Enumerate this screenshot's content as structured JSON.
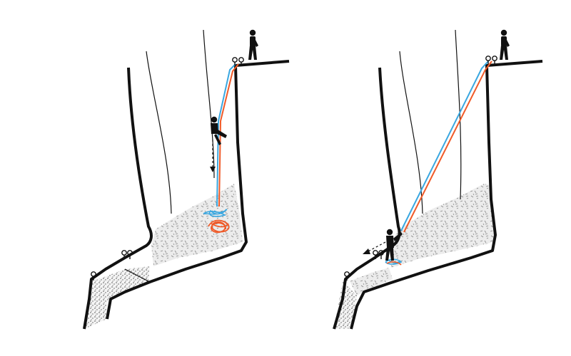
{
  "diagram": {
    "kind": "climbing-rappel-illustration",
    "panels": [
      {
        "id": "left",
        "scene": "rappel-vertical-rope-pile",
        "figures": [
          "climber-standing-top",
          "climber-rappelling"
        ],
        "icons": [
          "anchor-bolt-top",
          "anchor-bolt-mid",
          "anchor-bolt-low"
        ],
        "arrow": "down-dashed"
      },
      {
        "id": "right",
        "scene": "rappel-diagonal-to-ledge",
        "figures": [
          "climber-standing-top",
          "climber-on-ledge"
        ],
        "icons": [
          "anchor-bolt-top",
          "anchor-bolt-mid",
          "anchor-bolt-low"
        ],
        "arrow": "left-down-dashed"
      }
    ]
  },
  "colors": {
    "rope_blue": "#3aa7e0",
    "rope_orange": "#f05a28",
    "ink": "#111111",
    "rock_fill": "#e3e3e3",
    "gravel_fill": "#cfcfcf"
  }
}
